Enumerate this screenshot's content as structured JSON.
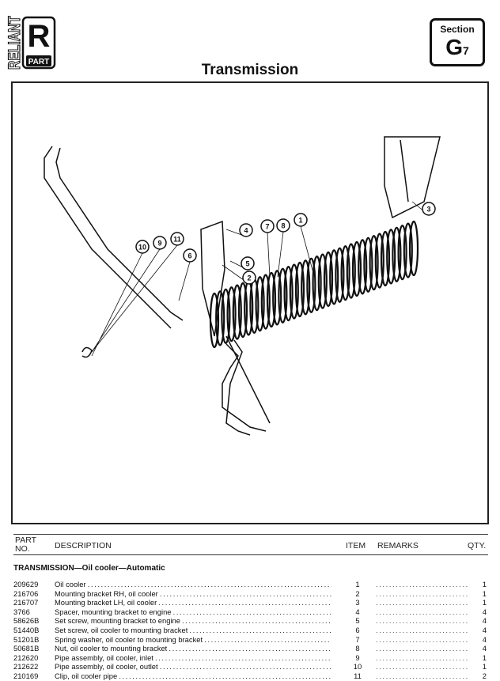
{
  "logo": {
    "brand": "RELIANT",
    "letter": "R",
    "sub": "PART"
  },
  "title": "Transmission",
  "section": {
    "label": "Section",
    "code": "G",
    "number": "7"
  },
  "callouts": [
    "1",
    "2",
    "3",
    "4",
    "5",
    "6",
    "7",
    "8",
    "9",
    "10",
    "11"
  ],
  "table": {
    "headers": {
      "part_no_1": "PART",
      "part_no_2": "NO.",
      "description": "DESCRIPTION",
      "item": "ITEM",
      "remarks": "REMARKS",
      "qty": "QTY."
    },
    "group": "TRANSMISSION—Oil cooler—Automatic",
    "remarks_placeholder": ". . . . . . . . . . . . . . . . . . . . . . . . . . . .",
    "rows": [
      {
        "part": "209629",
        "desc": "Oil cooler",
        "item": "1",
        "qty": "1"
      },
      {
        "part": "216706",
        "desc": "Mounting bracket RH, oil cooler",
        "item": "2",
        "qty": "1"
      },
      {
        "part": "216707",
        "desc": "Mounting bracket LH, oil cooler",
        "item": "3",
        "qty": "1"
      },
      {
        "part": "3766",
        "desc": "Spacer, mounting bracket to engine",
        "item": "4",
        "qty": "4"
      },
      {
        "part": "58626B",
        "desc": "Set screw, mounting bracket to engine",
        "item": "5",
        "qty": "4"
      },
      {
        "part": "51440B",
        "desc": "Set screw, oil cooler to mounting bracket",
        "item": "6",
        "qty": "4"
      },
      {
        "part": "51201B",
        "desc": "Spring washer, oil cooler to mounting bracket",
        "item": "7",
        "qty": "4"
      },
      {
        "part": "50681B",
        "desc": "Nut, oil cooler to mounting bracket",
        "item": "8",
        "qty": "4"
      },
      {
        "part": "212620",
        "desc": "Pipe assembly, oil cooler, inlet",
        "item": "9",
        "qty": "1"
      },
      {
        "part": "212622",
        "desc": "Pipe assembly, oil cooler, outlet",
        "item": "10",
        "qty": "1"
      },
      {
        "part": "210169",
        "desc": "Clip, oil cooler pipe",
        "item": "11",
        "qty": "2"
      }
    ]
  }
}
